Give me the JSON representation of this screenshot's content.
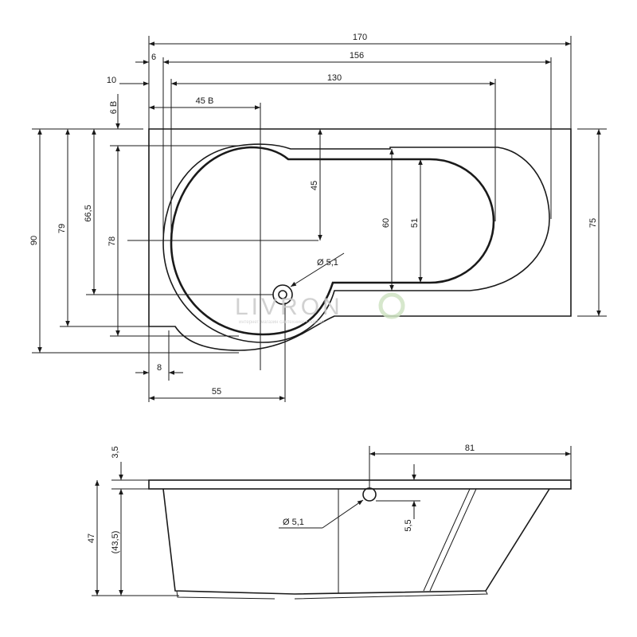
{
  "top_view": {
    "dims": {
      "total_length": "170",
      "inner_length": "156",
      "basin_length": "130",
      "offset_6": "6",
      "offset_10": "10",
      "offset_45b": "45 B",
      "offset_6b": "6 B",
      "total_width": "90",
      "width_79": "79",
      "width_66_5": "66,5",
      "width_78": "78",
      "depth_45": "45",
      "width_60": "60",
      "width_51": "51",
      "width_75": "75",
      "drain": "Ø 5,1",
      "bottom_8": "8",
      "bottom_55": "55"
    }
  },
  "side_view": {
    "dims": {
      "rim": "3,5",
      "height": "47",
      "inner_height": "(43,5)",
      "overflow_offset": "81",
      "overflow_height": "5,5",
      "overflow_diameter": "Ø 5,1"
    }
  },
  "watermark": {
    "text": "LIVRON",
    "subtext": "интернет-магазин сантехники • портал"
  }
}
